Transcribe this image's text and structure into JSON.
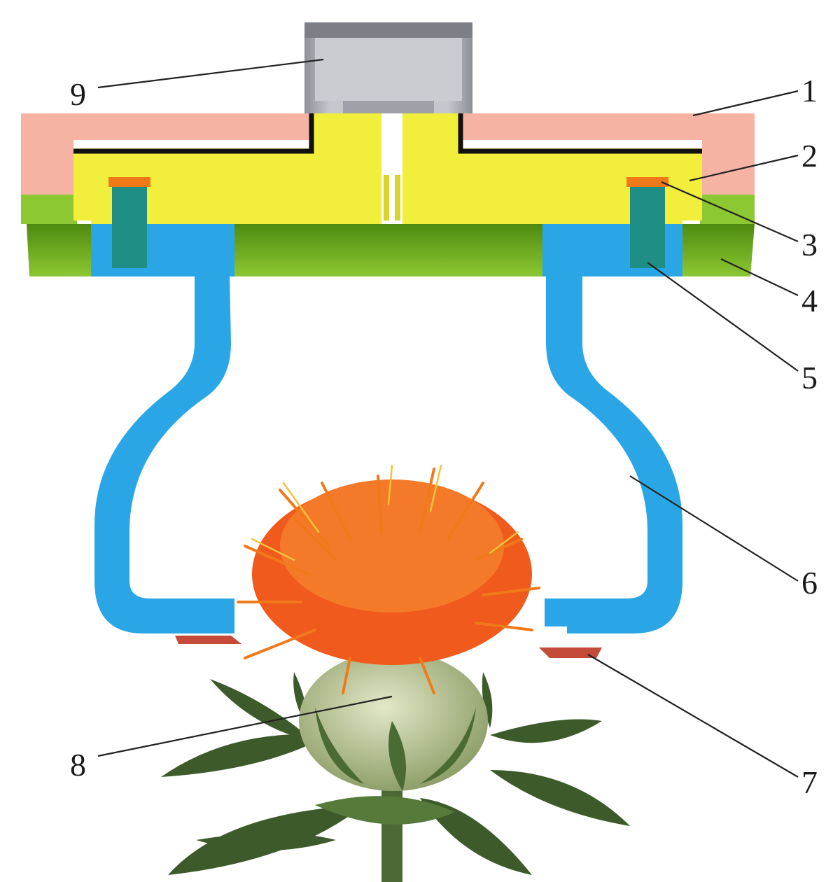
{
  "diagram": {
    "callouts": [
      {
        "id": "1",
        "label": "1"
      },
      {
        "id": "2",
        "label": "2"
      },
      {
        "id": "3",
        "label": "3"
      },
      {
        "id": "4",
        "label": "4"
      },
      {
        "id": "5",
        "label": "5"
      },
      {
        "id": "6",
        "label": "6"
      },
      {
        "id": "7",
        "label": "7"
      },
      {
        "id": "8",
        "label": "8"
      },
      {
        "id": "9",
        "label": "9"
      }
    ],
    "colors": {
      "top_cover": "#f6b3a3",
      "yellow_body": "#f2ef3c",
      "orange_pad": "#f07a1a",
      "green_base": "#74b31d",
      "teal_post": "#1f8f86",
      "blue_frame": "#2aa6e6",
      "red_pad": "#c44a3a",
      "gray_motor": "#b9bcc2",
      "petals": "#f05a1c",
      "bud": "#c9d3a9",
      "leaves": "#3c5a2a"
    }
  }
}
